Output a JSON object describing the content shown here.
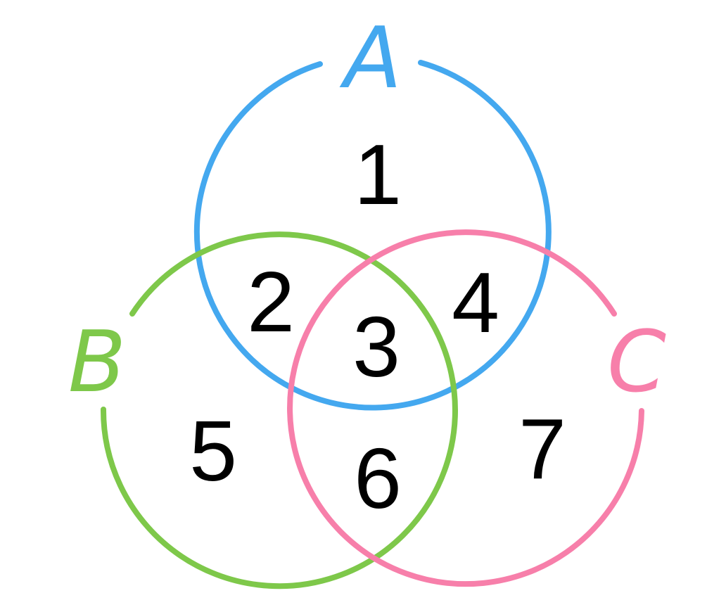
{
  "sets": {
    "a": {
      "label": "A",
      "color": "#44a8ef"
    },
    "b": {
      "label": "B",
      "color": "#7ec84a"
    },
    "c": {
      "label": "C",
      "color": "#f77faa"
    }
  },
  "regions": [
    "1",
    "2",
    "3",
    "4",
    "5",
    "6",
    "7"
  ]
}
